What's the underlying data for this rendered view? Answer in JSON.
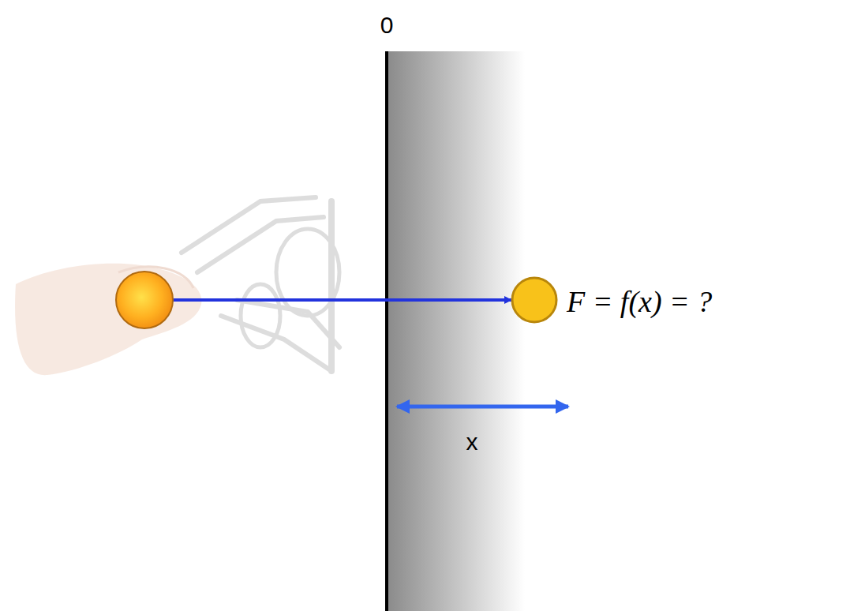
{
  "diagram": {
    "labels": [
      "0",
      "x",
      "F = f(x) = ?"
    ]
  }
}
